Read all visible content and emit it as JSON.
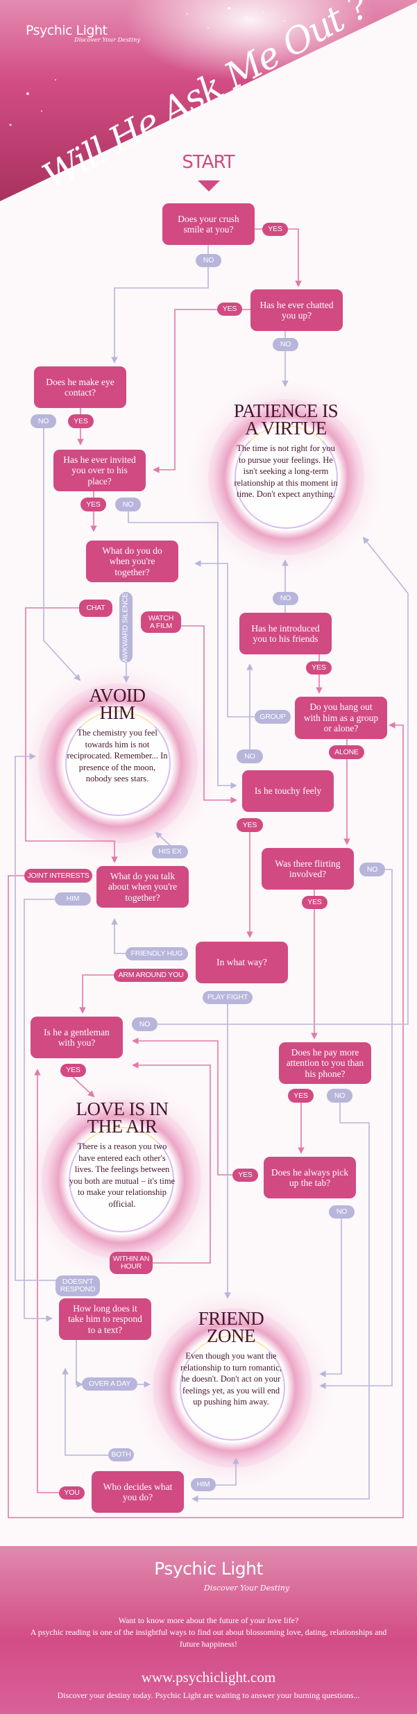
{
  "header": {
    "logo": "Psychic Light",
    "tagline": "Discover Your Destiny",
    "title": "Will He Ask Me Out ?",
    "start": "START"
  },
  "questions": {
    "smile": "Does your crush smile at you?",
    "chatted": "Has he ever chatted you up?",
    "eye": "Does he make eye contact?",
    "invited": "Has he ever invited you over to his place?",
    "together": "What do you do when you're together?",
    "introduced": "Has he introduced you to his friends",
    "hangout": "Do you hang out with him as a group or alone?",
    "touchy": "Is he touchy feely",
    "flirting": "Was there flirting involved?",
    "talk": "What do you talk about when you're together?",
    "way": "In what way?",
    "gentleman": "Is he a gentleman with you?",
    "attention": "Does he pay more attention to you than his phone?",
    "tab": "Does he always pick up the tab?",
    "respond": "How long does it take him to respond to a text?",
    "decides": "Who decides what you do?"
  },
  "answers": {
    "yes": "YES",
    "no": "NO",
    "chat": "CHAT",
    "awkward": "AWKWARD SILENCE",
    "film": "WATCH A FILM",
    "group": "GROUP",
    "alone": "ALONE",
    "hisex": "HIS EX",
    "joint": "JOINT INTERESTS",
    "him": "HIM",
    "hug": "FRIENDLY HUG",
    "arm": "ARM AROUND YOU",
    "playfight": "PLAY FIGHT",
    "hour": "WITHIN AN HOUR",
    "noresp": "DOESN'T RESPOND",
    "day": "OVER A DAY",
    "both": "BOTH",
    "you": "YOU"
  },
  "results": {
    "patience": {
      "title": "PATIENCE IS A VIRTUE",
      "body": "The time is not right for you to pursue your feelings. He isn't seeking a long-term relationship at this moment in time. Don't expect anything."
    },
    "avoid": {
      "title": "AVOID HIM",
      "body": "The chemistry you feel towards him is not reciprocated. Remember... In presence of the moon, nobody sees stars."
    },
    "love": {
      "title": "LOVE IS IN THE AIR",
      "body": "There is a reason you two have entered each other's lives. The feelings between you both are mutual – it's time to make your relationship official."
    },
    "friend": {
      "title": "FRIEND ZONE",
      "body": "Even though you want the relationship to turn romantic, he doesn't. Don't act on your feelings yet, as you will end up pushing him away."
    }
  },
  "footer": {
    "logo": "Psychic Light",
    "tagline": "Discover Your Destiny",
    "line1": "Want to know more about the future of your love life?",
    "line2": "A psychic reading is one of the insightful ways to find out about blossoming love, dating, relationships and future happiness!",
    "url": "www.psychiclight.com",
    "line3": "Discover your destiny today. Psychic Light are waiting to answer your burning questions..."
  },
  "colors": {
    "pink": "#d14a82",
    "lavender": "#b7b5da",
    "dark": "#45152c"
  }
}
